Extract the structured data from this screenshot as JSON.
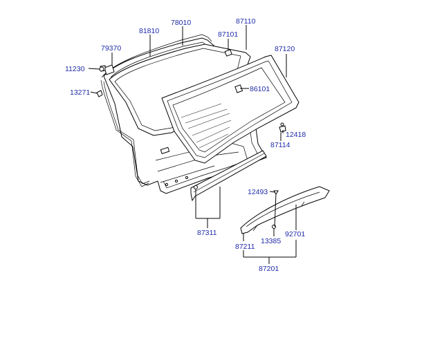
{
  "diagram": {
    "callouts": [
      {
        "id": "78010",
        "text": "78010"
      },
      {
        "id": "81810",
        "text": "81810"
      },
      {
        "id": "87110",
        "text": "87110"
      },
      {
        "id": "87101",
        "text": "87101"
      },
      {
        "id": "79370",
        "text": "79370"
      },
      {
        "id": "87120",
        "text": "87120"
      },
      {
        "id": "11230",
        "text": "11230"
      },
      {
        "id": "86101",
        "text": "86101"
      },
      {
        "id": "13271",
        "text": "13271"
      },
      {
        "id": "12418",
        "text": "12418"
      },
      {
        "id": "87114",
        "text": "87114"
      },
      {
        "id": "12493",
        "text": "12493"
      },
      {
        "id": "87311",
        "text": "87311"
      },
      {
        "id": "92701",
        "text": "92701"
      },
      {
        "id": "13385",
        "text": "13385"
      },
      {
        "id": "87211",
        "text": "87211"
      },
      {
        "id": "87201",
        "text": "87201"
      }
    ]
  }
}
